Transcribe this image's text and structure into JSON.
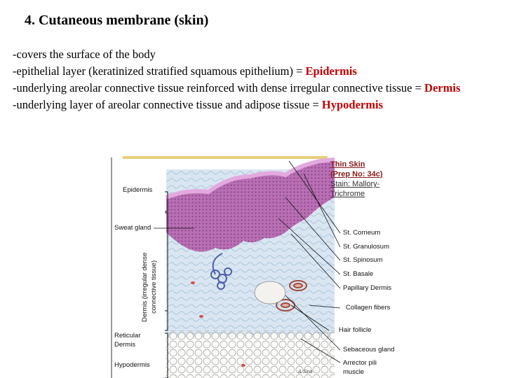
{
  "slide": {
    "title": "4. Cutaneous membrane (skin)",
    "lines": [
      {
        "text": "-covers the surface of the body"
      },
      {
        "text": "-epithelial layer (keratinized stratified squamous epithelium) = ",
        "term": "Epidermis"
      },
      {
        "text": "-underlying areolar connective tissue reinforced with dense irregular connective tissue = ",
        "term": "Dermis"
      },
      {
        "text": "-underlying layer of areolar connective tissue and adipose tissue = ",
        "term": "Hypodermis"
      }
    ]
  },
  "figure": {
    "caption_title_1": "Thin Skin",
    "caption_title_2": "(Prep No: 34c)",
    "caption_stain_1": "Stain: Mallory-",
    "caption_stain_2": "Trichrome",
    "left_labels": {
      "epidermis": "Epidermis",
      "sweat_gland": "Sweat gland",
      "dermis_1": "Dermis  (irregular dense",
      "dermis_2": "connective tissue)",
      "reticular_1": "Reticular",
      "reticular_2": "Dermis",
      "hypodermis": "Hypodermis"
    },
    "right_labels": {
      "st_corneum": "St. Corneum",
      "st_granulosum": "St. Granulosum",
      "st_spinosum": "St. Spinosum",
      "st_basale": "St. Basale",
      "papillary": "Papillary Dermis",
      "collagen": "Collagen fibers",
      "hair_follicle": "Hair follicle",
      "sebaceous": "Sebaceous gland",
      "arrector_1": "Arrector pili",
      "arrector_2": "muscle"
    },
    "signature": "A.Sina",
    "colors": {
      "epidermis": "#8e3f8e",
      "epidermis_light": "#c98cc4",
      "dermis": "#cfe0ee",
      "collagen_line": "#7fa6c8",
      "hypodermis": "#f3f1ee",
      "sweat_gland": "#4f5fa8",
      "term_red": "#c00000"
    }
  }
}
